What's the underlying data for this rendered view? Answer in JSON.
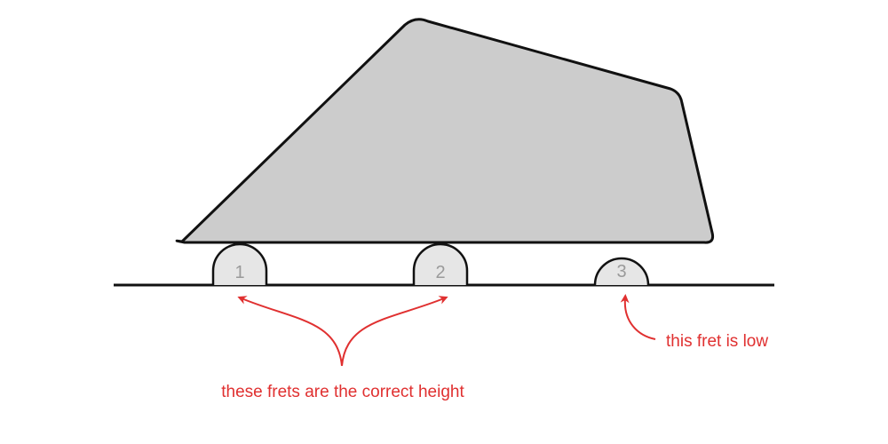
{
  "frets": [
    {
      "label": "1",
      "status": "correct"
    },
    {
      "label": "2",
      "status": "correct"
    },
    {
      "label": "3",
      "status": "low"
    }
  ],
  "annotations": {
    "correct_label": "these frets are the correct height",
    "low_label": "this fret is low"
  },
  "colors": {
    "straightedge_fill": "#cccccc",
    "straightedge_stroke": "#111111",
    "fret_fill": "#e6e6e6",
    "fret_number": "#9a9a9a",
    "fretboard_line": "#111111",
    "annotation": "#e03030",
    "background": "#ffffff"
  }
}
